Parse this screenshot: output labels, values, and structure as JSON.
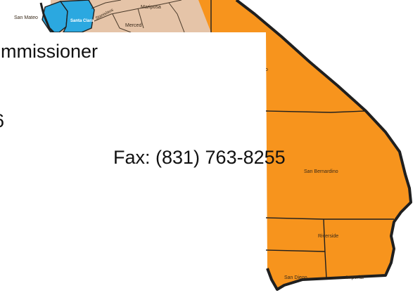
{
  "map": {
    "counties": {
      "san_mateo": "San Mateo",
      "santa_clara": "Santa Clara",
      "stanislaus": "Stanislaus",
      "mariposa": "Mariposa",
      "merced": "Merced",
      "san_bernardino": "San Bernardino",
      "riverside": "Riverside",
      "san_diego": "San Diego",
      "imperial": "Imperial",
      "partial_o": "o"
    },
    "colors": {
      "ocean": "#ffffff",
      "southern_region": "#f7941d",
      "central_region": "#e5c4a8",
      "bay_area": "#2ba8e0",
      "border": "#222222"
    }
  },
  "overlay": {
    "line1": "ommissioner",
    "line2": "6",
    "line3": "Fax:  (831) 763-8255"
  }
}
